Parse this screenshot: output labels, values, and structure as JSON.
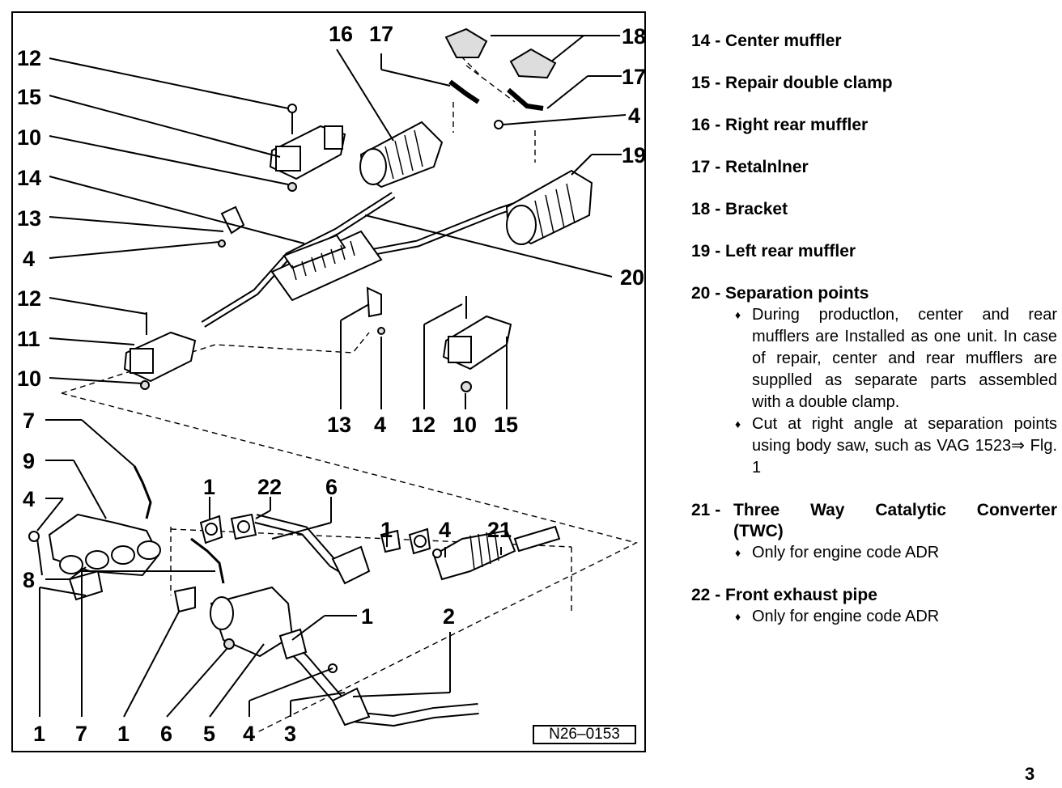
{
  "diagram": {
    "callouts": {
      "top_right_18": "18",
      "top_16": "16",
      "top_17": "17",
      "right_17": "17",
      "right_4": "4",
      "right_19": "19",
      "right_20": "20",
      "left_12": "12",
      "left_15": "15",
      "left_10": "10",
      "left_14": "14",
      "left_13": "13",
      "left_4": "4",
      "left_12b": "12",
      "left_11": "11",
      "left_10b": "10",
      "mid_13": "13",
      "mid_4": "4",
      "mid_12": "12",
      "mid_10": "10",
      "mid_15": "15",
      "lower_7": "7",
      "lower_9": "9",
      "lower_4": "4",
      "lower_8": "8",
      "lower_1a": "1",
      "lower_22": "22",
      "lower_6": "6",
      "lower_1b": "1",
      "lower_4b": "4",
      "lower_21": "21",
      "lower_1c": "1",
      "lower_2": "2",
      "bottom_1a": "1",
      "bottom_7": "7",
      "bottom_1b": "1",
      "bottom_6": "6",
      "bottom_5": "5",
      "bottom_4": "4",
      "bottom_3": "3"
    },
    "figure_code": "N26–0153"
  },
  "legend": [
    {
      "num": "14 -",
      "text": "Center muffler"
    },
    {
      "num": "15 -",
      "text": "Repair double clamp"
    },
    {
      "num": "16 -",
      "text": "Right rear muffler"
    },
    {
      "num": "17 -",
      "text": "Retalnlner"
    },
    {
      "num": "18 -",
      "text": "Bracket"
    },
    {
      "num": "19 -",
      "text": "Left rear muffler"
    },
    {
      "num": "20 -",
      "text": "Separation points",
      "bullets": [
        "During productlon, center and rear mufflers are Installed as one unit. In case of repair, center and rear mufflers are supplled as separate parts assembled with a double clamp.",
        "Cut at right angle at separation points using body saw, such as VAG 1523⇒ Flg.  1"
      ]
    },
    {
      "num": "21 -",
      "text": "Three Way Catalytic Converter (TWC)",
      "bullets": [
        "Only for engine code ADR"
      ]
    },
    {
      "num": "22 -",
      "text": "Front exhaust pipe",
      "bullets": [
        "Only for engine code ADR"
      ]
    }
  ],
  "page_number": "3"
}
